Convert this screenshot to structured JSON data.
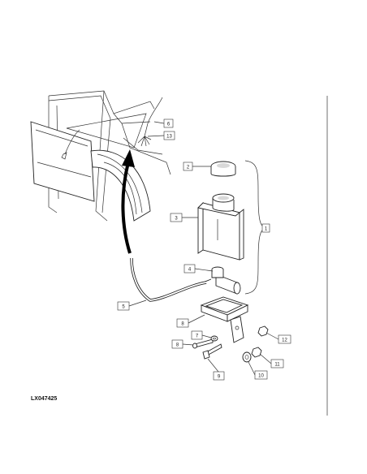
{
  "figure_ref": "LX047425",
  "callouts": [
    {
      "id": "c1",
      "label": "1"
    },
    {
      "id": "c2",
      "label": "2"
    },
    {
      "id": "c3",
      "label": "3"
    },
    {
      "id": "c4",
      "label": "4"
    },
    {
      "id": "c5",
      "label": "5"
    },
    {
      "id": "c6",
      "label": "6"
    },
    {
      "id": "c7",
      "label": "7"
    },
    {
      "id": "c8a",
      "label": "8"
    },
    {
      "id": "c8b",
      "label": "8"
    },
    {
      "id": "c9",
      "label": "9"
    },
    {
      "id": "c10",
      "label": "10"
    },
    {
      "id": "c11",
      "label": "11"
    },
    {
      "id": "c12",
      "label": "12"
    },
    {
      "id": "c13",
      "label": "13"
    }
  ]
}
